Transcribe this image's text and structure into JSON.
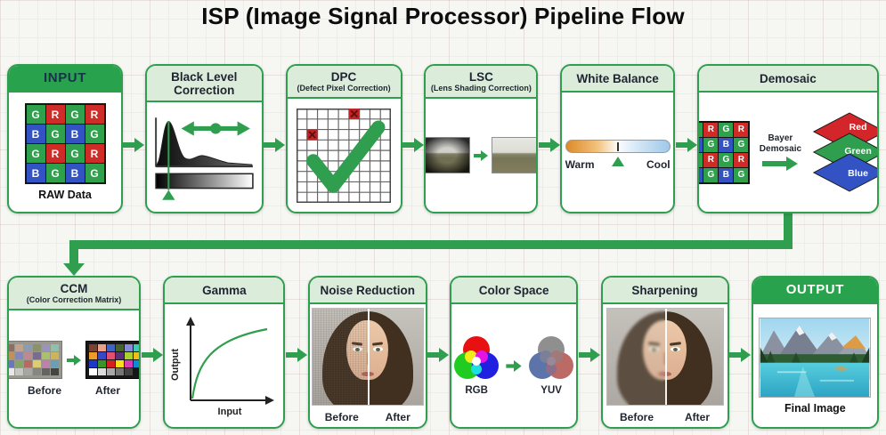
{
  "title": "ISP (Image Signal Processor) Pipeline Flow",
  "colors": {
    "accent": "#2f9e4e",
    "header_bg": "#dcecdb",
    "input_header_bg": "#28a24c",
    "bayer_red": "#cf2b27",
    "bayer_green": "#2fa14d",
    "bayer_blue": "#3353c4"
  },
  "bayer_rows": [
    [
      "G",
      "R",
      "G",
      "R"
    ],
    [
      "B",
      "G",
      "B",
      "G"
    ],
    [
      "G",
      "R",
      "G",
      "R"
    ],
    [
      "B",
      "G",
      "B",
      "G"
    ]
  ],
  "stages": {
    "input": {
      "title": "INPUT",
      "caption": "RAW Data"
    },
    "blc": {
      "title": "Black Level Correction"
    },
    "dpc": {
      "title": "DPC",
      "subtitle": "(Defect Pixel Correction)"
    },
    "lsc": {
      "title": "LSC",
      "subtitle": "(Lens Shading Correction)"
    },
    "wb": {
      "title": "White Balance",
      "left_label": "Warm",
      "right_label": "Cool"
    },
    "demosaic": {
      "title": "Demosaic",
      "arrow_label": "Bayer Demosaic",
      "layers": [
        "Red",
        "Green",
        "Blue"
      ]
    },
    "ccm": {
      "title": "CCM",
      "subtitle": "(Color Correction Matrix)",
      "before": "Before",
      "after": "After"
    },
    "gamma": {
      "title": "Gamma",
      "xlabel": "Input",
      "ylabel": "Output"
    },
    "noise": {
      "title": "Noise Reduction",
      "before": "Before",
      "after": "After"
    },
    "colorspace": {
      "title": "Color Space",
      "left_label": "RGB",
      "right_label": "YUV"
    },
    "sharpening": {
      "title": "Sharpening",
      "before": "Before",
      "after": "After"
    },
    "output": {
      "title": "OUTPUT",
      "caption": "Final Image"
    }
  },
  "ccm_before_colors": [
    "#8a6f62",
    "#c4a18c",
    "#8c9cb0",
    "#8a9268",
    "#9a94bc",
    "#8fc0ae",
    "#c29058",
    "#8486c0",
    "#c08890",
    "#7a6c90",
    "#aac06a",
    "#d0b258",
    "#6a78b8",
    "#84a468",
    "#b86a60",
    "#e0cc6a",
    "#bc82ac",
    "#68a0b8",
    "#e8e8e6",
    "#c6c6c4",
    "#a6a6a4",
    "#868684",
    "#646462",
    "#444442"
  ],
  "ccm_after_colors": [
    "#774433",
    "#eaa287",
    "#3f63c0",
    "#44622a",
    "#8a8ad8",
    "#44c8b4",
    "#ec9c28",
    "#3648c8",
    "#e25070",
    "#5a3078",
    "#a8d22e",
    "#f2bc1c",
    "#2038c4",
    "#3a9428",
    "#d42020",
    "#f8e018",
    "#da3cb4",
    "#0c8cd8",
    "#ffffff",
    "#dcdcda",
    "#a8a8a8",
    "#767676",
    "#424242",
    "#161616"
  ]
}
